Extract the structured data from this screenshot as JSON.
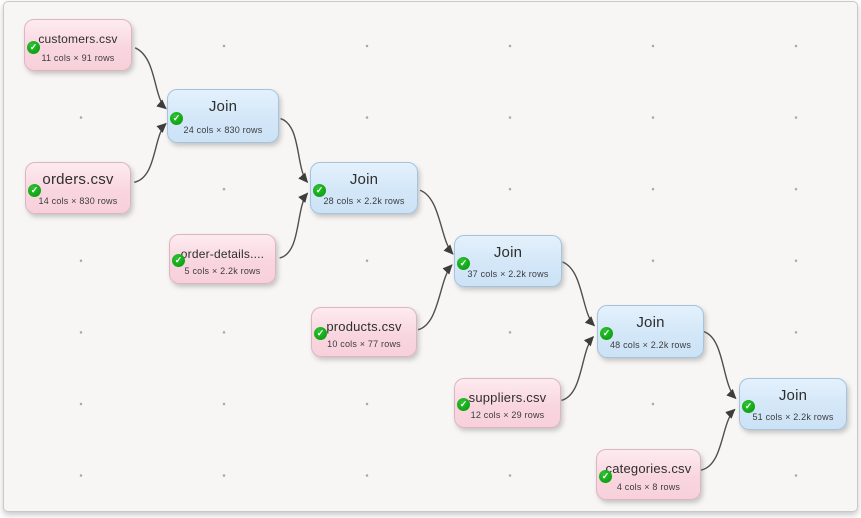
{
  "canvas": {
    "background_color": "#f7f6f4",
    "dot_color": "#a6a6a6",
    "colors": {
      "source_fill": "#f9d6df",
      "source_border": "#ddb5c1",
      "transform_fill": "#d3e7f8",
      "transform_border": "#a3c3df",
      "status_green": "#12a615",
      "edge": "#4f4f4f"
    }
  },
  "icons": {
    "check_glyph": "✓"
  },
  "nodes": [
    {
      "id": "customers-csv",
      "type": "source",
      "title": "customers.csv",
      "stats": "11 cols × 91 rows",
      "status": "ok"
    },
    {
      "id": "join-1",
      "type": "transform",
      "title": "Join",
      "stats": "24 cols × 830 rows",
      "status": "ok"
    },
    {
      "id": "orders-csv",
      "type": "source",
      "title": "orders.csv",
      "stats": "14 cols × 830 rows",
      "status": "ok"
    },
    {
      "id": "order-details-csv",
      "type": "source",
      "title": "order-details....",
      "stats": "5 cols × 2.2k rows",
      "status": "ok"
    },
    {
      "id": "join-2",
      "type": "transform",
      "title": "Join",
      "stats": "28 cols × 2.2k rows",
      "status": "ok"
    },
    {
      "id": "join-3",
      "type": "transform",
      "title": "Join",
      "stats": "37 cols × 2.2k rows",
      "status": "ok"
    },
    {
      "id": "products-csv",
      "type": "source",
      "title": "products.csv",
      "stats": "10 cols × 77 rows",
      "status": "ok"
    },
    {
      "id": "suppliers-csv",
      "type": "source",
      "title": "suppliers.csv",
      "stats": "12 cols × 29 rows",
      "status": "ok"
    },
    {
      "id": "join-4",
      "type": "transform",
      "title": "Join",
      "stats": "48 cols × 2.2k rows",
      "status": "ok"
    },
    {
      "id": "categories-csv",
      "type": "source",
      "title": "categories.csv",
      "stats": "4 cols × 8 rows",
      "status": "ok"
    },
    {
      "id": "join-5",
      "type": "transform",
      "title": "Join",
      "stats": "51 cols × 2.2k rows",
      "status": "ok"
    }
  ],
  "edges": [
    {
      "from": "customers-csv",
      "to": "join-1"
    },
    {
      "from": "orders-csv",
      "to": "join-1"
    },
    {
      "from": "join-1",
      "to": "join-2"
    },
    {
      "from": "order-details-csv",
      "to": "join-2"
    },
    {
      "from": "join-2",
      "to": "join-3"
    },
    {
      "from": "products-csv",
      "to": "join-3"
    },
    {
      "from": "join-3",
      "to": "join-4"
    },
    {
      "from": "suppliers-csv",
      "to": "join-4"
    },
    {
      "from": "join-4",
      "to": "join-5"
    },
    {
      "from": "categories-csv",
      "to": "join-5"
    }
  ]
}
